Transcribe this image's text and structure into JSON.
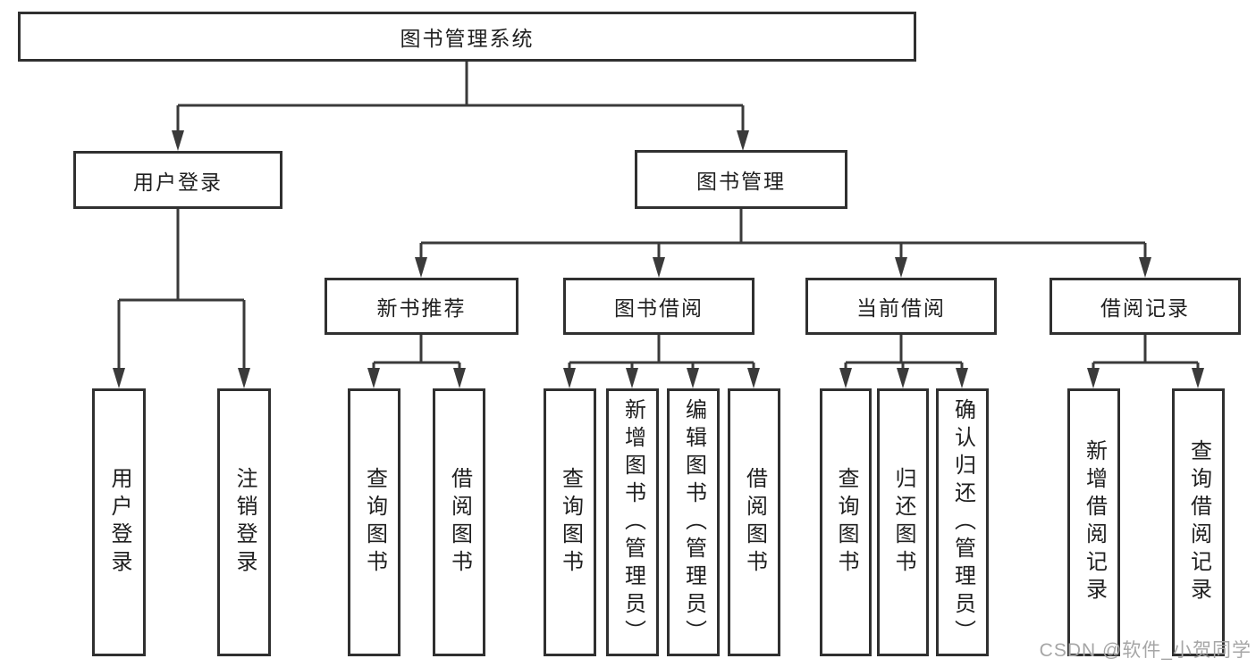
{
  "colors": {
    "line": "#3a3a3a",
    "box_border": "#303030",
    "text": "#1f1f1f",
    "background": "#ffffff",
    "watermark": "#a6a6a6"
  },
  "nodes": {
    "root": {
      "label": "图书管理系统"
    },
    "branches": [
      {
        "label": "用户登录"
      },
      {
        "label": "图书管理"
      }
    ],
    "modules": [
      {
        "label": "新书推荐"
      },
      {
        "label": "图书借阅"
      },
      {
        "label": "当前借阅"
      },
      {
        "label": "借阅记录"
      }
    ],
    "leaves": [
      {
        "label": "用户登录"
      },
      {
        "label": "注销登录"
      },
      {
        "label": "查询图书"
      },
      {
        "label": "借阅图书"
      },
      {
        "label": "查询图书"
      },
      {
        "label": "新增图书（管理员）"
      },
      {
        "label": "编辑图书（管理员）"
      },
      {
        "label": "借阅图书"
      },
      {
        "label": "查询图书"
      },
      {
        "label": "归还图书"
      },
      {
        "label": "确认归还（管理员）"
      },
      {
        "label": "新增借阅记录"
      },
      {
        "label": "查询借阅记录"
      }
    ]
  },
  "watermark": {
    "text": "CSDN @软件_小贺同学"
  }
}
